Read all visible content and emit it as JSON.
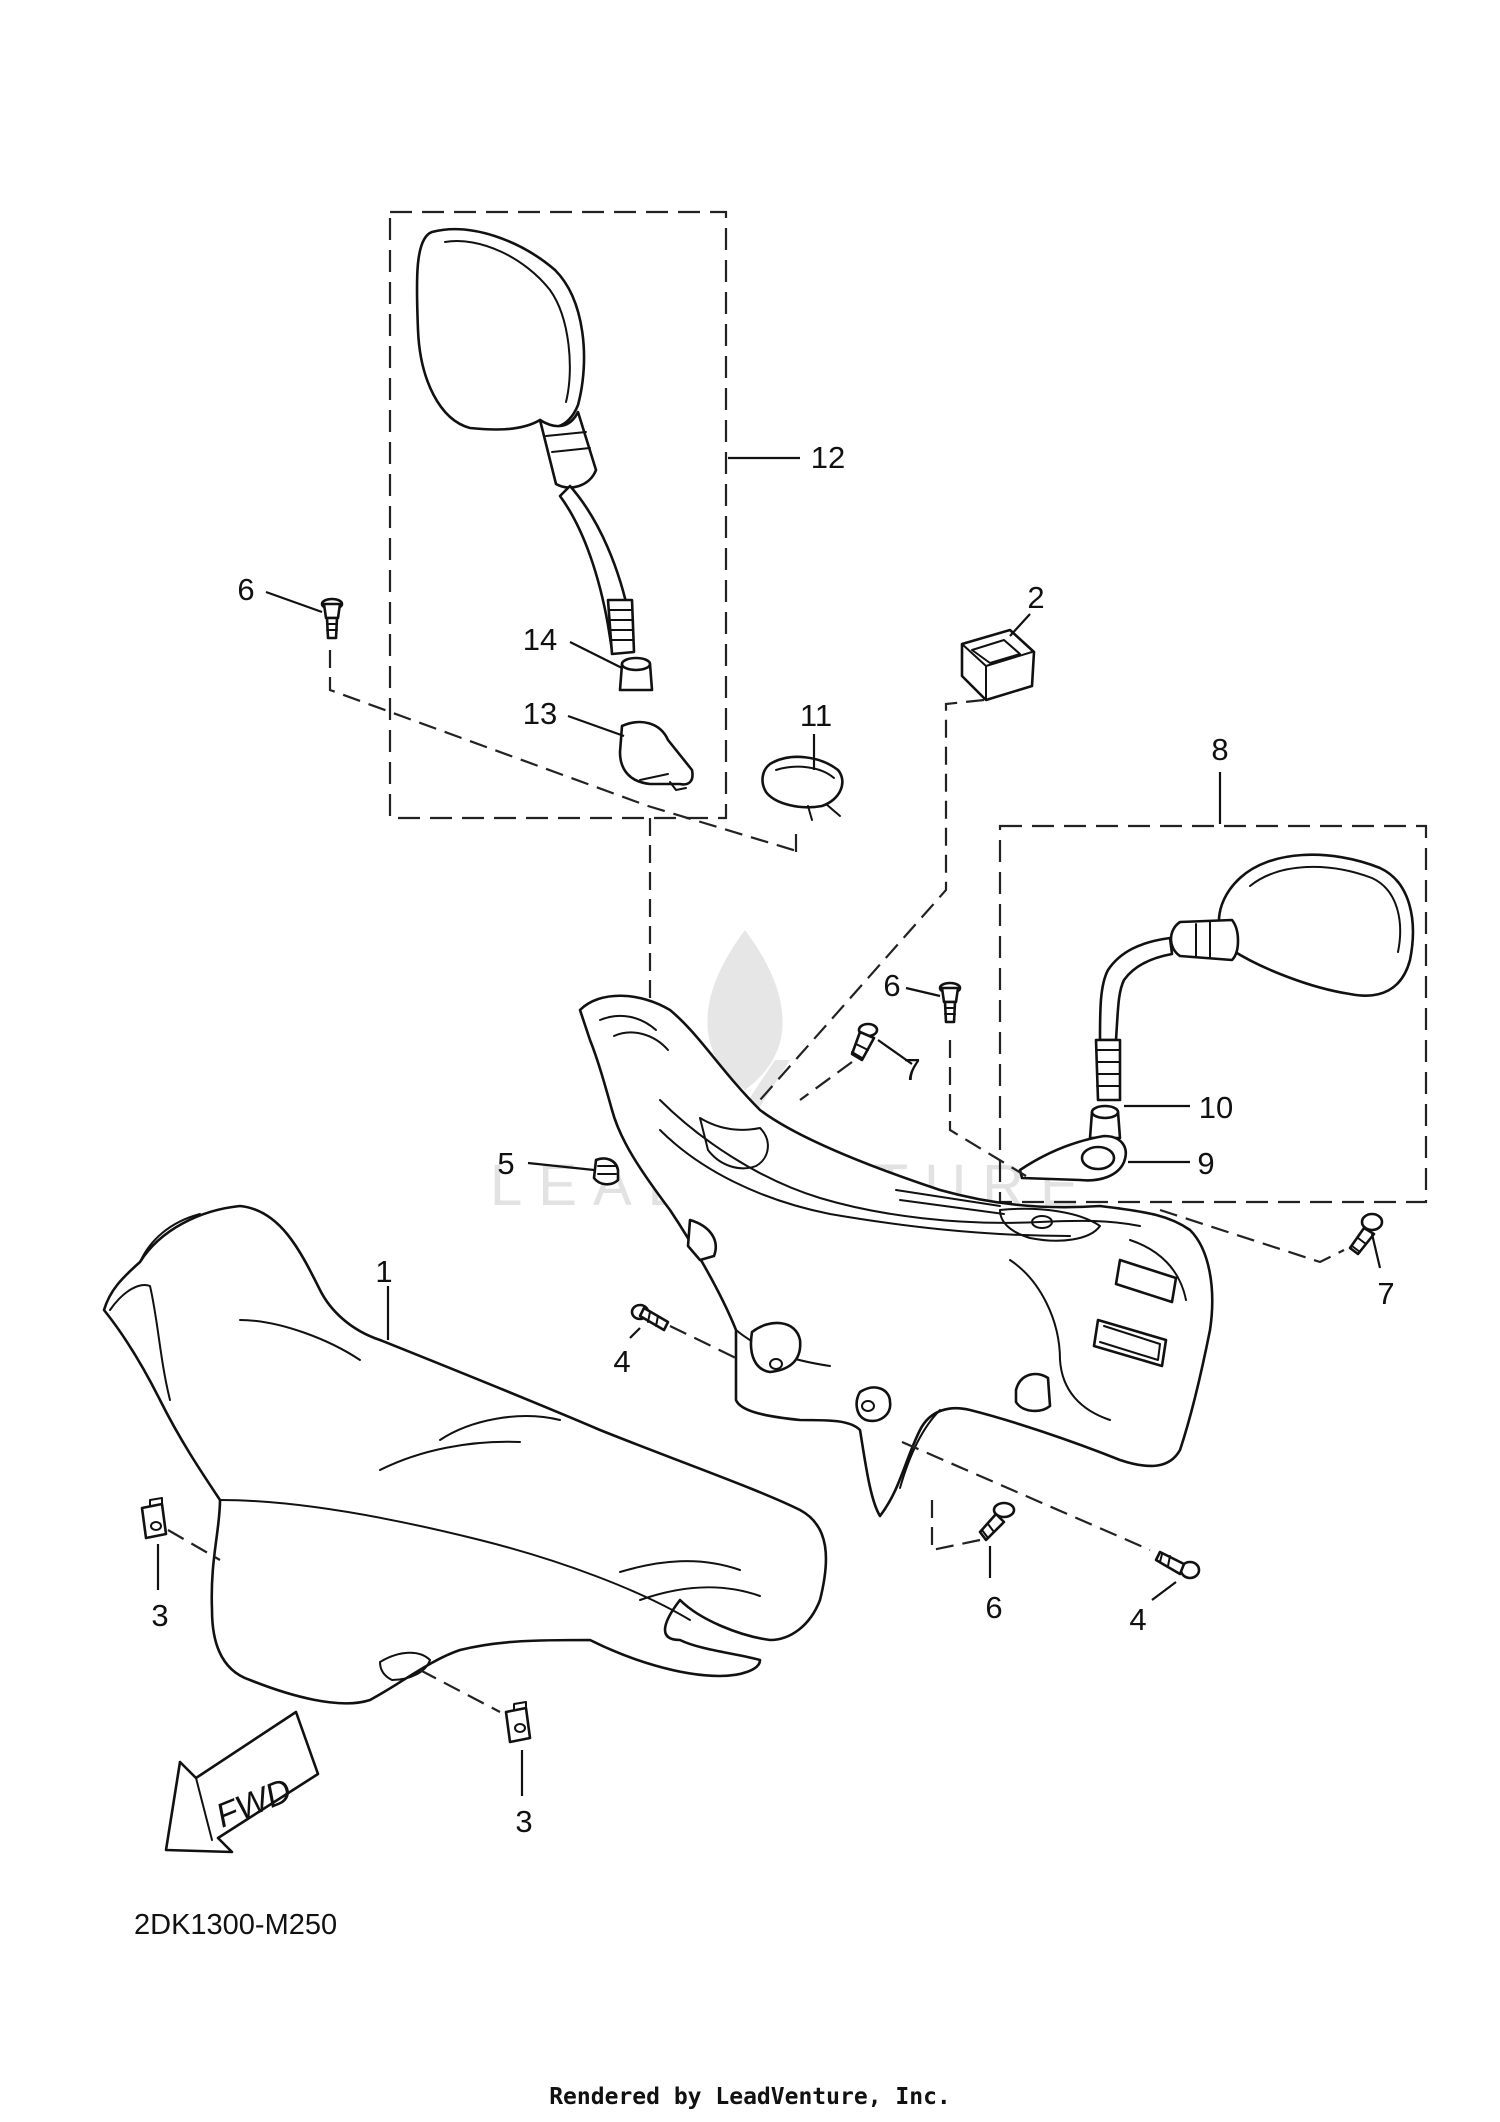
{
  "diagram": {
    "code": "2DK1300-M250",
    "footer": "Rendered by LeadVenture, Inc.",
    "fwd_label": "FWD",
    "watermark": "LEADVENTURE",
    "callouts": [
      {
        "id": "c1",
        "label": "1"
      },
      {
        "id": "c2",
        "label": "2"
      },
      {
        "id": "c3a",
        "label": "3"
      },
      {
        "id": "c3b",
        "label": "3"
      },
      {
        "id": "c4a",
        "label": "4"
      },
      {
        "id": "c4b",
        "label": "4"
      },
      {
        "id": "c5",
        "label": "5"
      },
      {
        "id": "c6a",
        "label": "6"
      },
      {
        "id": "c6b",
        "label": "6"
      },
      {
        "id": "c6c",
        "label": "6"
      },
      {
        "id": "c7a",
        "label": "7"
      },
      {
        "id": "c7b",
        "label": "7"
      },
      {
        "id": "c8",
        "label": "8"
      },
      {
        "id": "c9",
        "label": "9"
      },
      {
        "id": "c10",
        "label": "10"
      },
      {
        "id": "c11",
        "label": "11"
      },
      {
        "id": "c12",
        "label": "12"
      },
      {
        "id": "c13",
        "label": "13"
      },
      {
        "id": "c14",
        "label": "14"
      }
    ]
  }
}
